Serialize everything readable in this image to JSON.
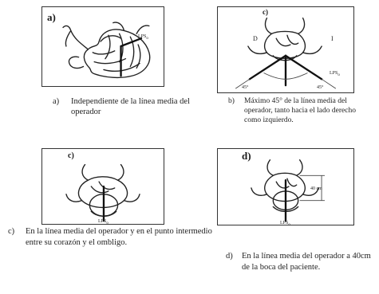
{
  "panels": {
    "a": {
      "letter": "a)",
      "marker": "LPS",
      "marker_sub": "o"
    },
    "b": {
      "letter": "c)",
      "left_mark": "D",
      "right_mark": "I",
      "marker": "LPS",
      "marker_sub": "o",
      "angle_left": "45°",
      "angle_right": "45°"
    },
    "c": {
      "letter": "c)",
      "marker": "LPS",
      "marker_sub": "o"
    },
    "d": {
      "letter": "d)",
      "distance": "40 cm",
      "marker": "LPS",
      "marker_sub": "o"
    }
  },
  "captions": {
    "a": {
      "mark": "a)",
      "text": "Independiente de la línea media del operador"
    },
    "b": {
      "mark": "b)",
      "text": "Máximo 45° de la línea media del operador, tanto hacia el lado derecho como izquierdo."
    },
    "c": {
      "mark": "c)",
      "text": "En la línea media del operador y en el punto intermedio entre su corazón y el ombligo."
    },
    "d": {
      "mark": "d)",
      "text": "En la línea media del operador a 40cm de la boca del paciente."
    }
  }
}
